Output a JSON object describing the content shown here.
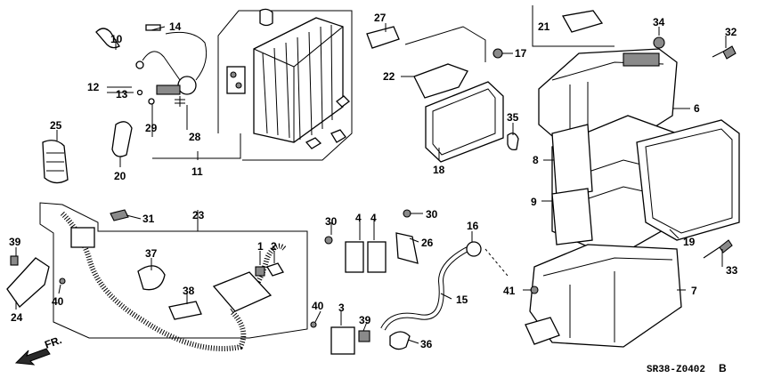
{
  "diagram": {
    "callouts": [
      {
        "id": "c1",
        "text": "1"
      },
      {
        "id": "c2",
        "text": "2"
      },
      {
        "id": "c3",
        "text": "3"
      },
      {
        "id": "c4a",
        "text": "4"
      },
      {
        "id": "c4b",
        "text": "4"
      },
      {
        "id": "c6",
        "text": "6"
      },
      {
        "id": "c7",
        "text": "7"
      },
      {
        "id": "c8",
        "text": "8"
      },
      {
        "id": "c9",
        "text": "9"
      },
      {
        "id": "c10",
        "text": "10"
      },
      {
        "id": "c11",
        "text": "11"
      },
      {
        "id": "c12",
        "text": "12"
      },
      {
        "id": "c13",
        "text": "13"
      },
      {
        "id": "c14",
        "text": "14"
      },
      {
        "id": "c15",
        "text": "15"
      },
      {
        "id": "c16",
        "text": "16"
      },
      {
        "id": "c17",
        "text": "17"
      },
      {
        "id": "c18",
        "text": "18"
      },
      {
        "id": "c19",
        "text": "19"
      },
      {
        "id": "c20",
        "text": "20"
      },
      {
        "id": "c21",
        "text": "21"
      },
      {
        "id": "c22",
        "text": "22"
      },
      {
        "id": "c23",
        "text": "23"
      },
      {
        "id": "c24",
        "text": "24"
      },
      {
        "id": "c25",
        "text": "25"
      },
      {
        "id": "c26",
        "text": "26"
      },
      {
        "id": "c27",
        "text": "27"
      },
      {
        "id": "c28",
        "text": "28"
      },
      {
        "id": "c29",
        "text": "29"
      },
      {
        "id": "c30a",
        "text": "30"
      },
      {
        "id": "c30b",
        "text": "30"
      },
      {
        "id": "c31",
        "text": "31"
      },
      {
        "id": "c32",
        "text": "32"
      },
      {
        "id": "c33",
        "text": "33"
      },
      {
        "id": "c34",
        "text": "34"
      },
      {
        "id": "c35",
        "text": "35"
      },
      {
        "id": "c36",
        "text": "36"
      },
      {
        "id": "c37",
        "text": "37"
      },
      {
        "id": "c38",
        "text": "38"
      },
      {
        "id": "c39a",
        "text": "39"
      },
      {
        "id": "c39b",
        "text": "39"
      },
      {
        "id": "c40a",
        "text": "40"
      },
      {
        "id": "c40b",
        "text": "40"
      },
      {
        "id": "c41",
        "text": "41"
      }
    ],
    "direction_label": "FR.",
    "code": "SR38-Z0402",
    "code_suffix": "B"
  }
}
